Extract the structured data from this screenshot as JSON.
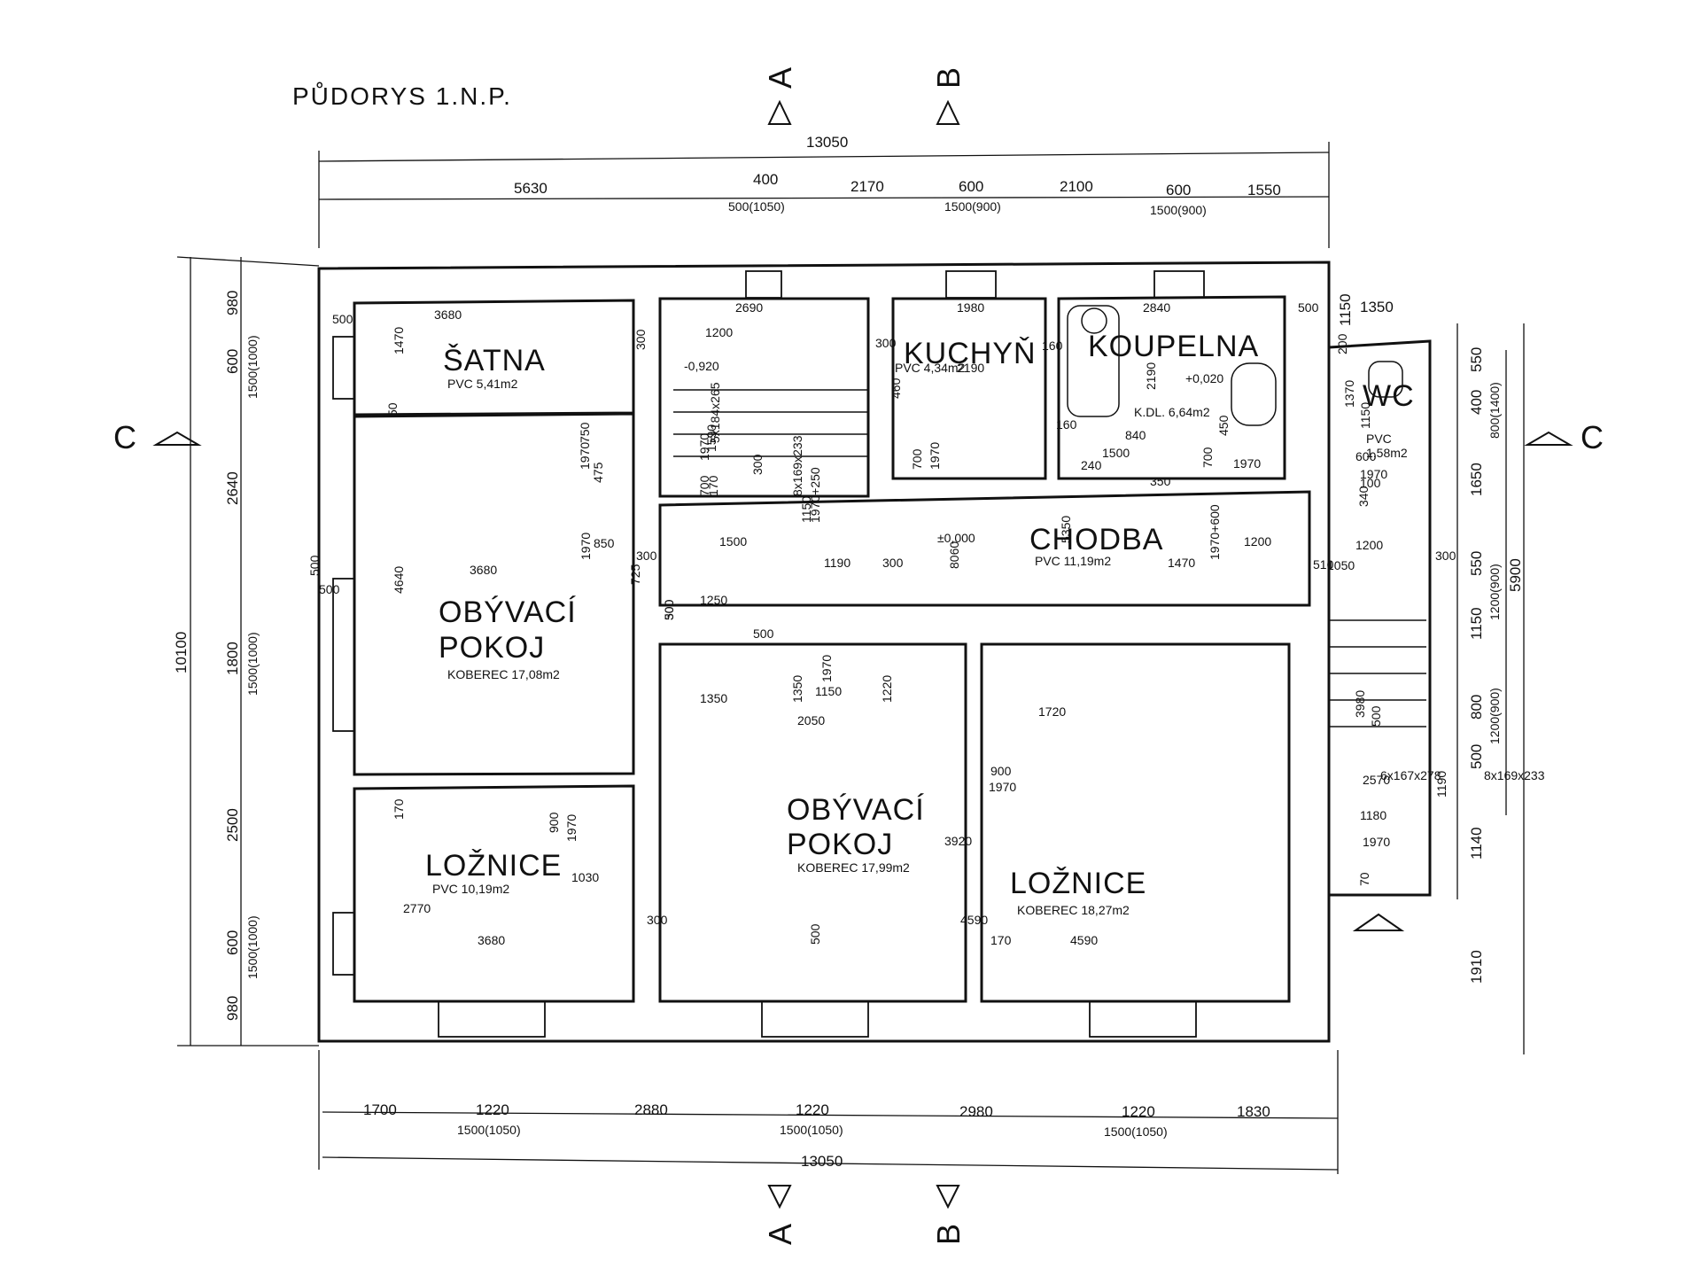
{
  "title": "PŮDORYS 1.N.P.",
  "sections": {
    "a": "A",
    "b": "B",
    "c": "C"
  },
  "rooms": {
    "satna": {
      "name": "ŠATNA",
      "info": "PVC 5,41m2"
    },
    "kuchyn": {
      "name": "KUCHYŇ",
      "info": "PVC 4,34m2"
    },
    "koupelna": {
      "name": "KOUPELNA",
      "info": "K.DL. 6,64m2",
      "level": "+0,020"
    },
    "wc": {
      "name": "WC",
      "info1": "PVC",
      "info2": "1,58m2"
    },
    "chodba": {
      "name": "CHODBA",
      "info": "PVC 11,19m2",
      "level": "±0,000"
    },
    "obyvaci1": {
      "name1": "OBÝVACÍ",
      "name2": "POKOJ",
      "info": "KOBEREC 17,08m2"
    },
    "obyvaci2": {
      "name1": "OBÝVACÍ",
      "name2": "POKOJ",
      "info": "KOBEREC 17,99m2"
    },
    "loznice1": {
      "name": "LOŽNICE",
      "info": "PVC 10,19m2"
    },
    "loznice2": {
      "name": "LOŽNICE",
      "info": "KOBEREC 18,27m2"
    },
    "stair_level": "-0,920"
  },
  "dims_top": {
    "total": "13050",
    "segments": [
      "5630",
      "400",
      "2170",
      "600",
      "2100",
      "600",
      "1550"
    ],
    "windows": [
      "500(1050)",
      "1500(900)",
      "1500(900)"
    ]
  },
  "dims_bottom": {
    "total": "13050",
    "segments": [
      "1700",
      "1220",
      "2880",
      "1220",
      "2980",
      "1220",
      "1830"
    ],
    "windows": [
      "1500(1050)",
      "1500(1050)",
      "1500(1050)"
    ]
  },
  "dims_left": {
    "total": "10100",
    "segments": [
      "980",
      "600",
      "2640",
      "1800",
      "2500",
      "600",
      "980"
    ],
    "windows": [
      "1500(1000)",
      "1500(1000)",
      "1500(1000)"
    ]
  },
  "dims_right": {
    "segments": [
      "1150",
      "1350",
      "550",
      "400",
      "1650",
      "550",
      "1150",
      "800",
      "500",
      "1140",
      "1910"
    ],
    "windows": [
      "800(1400)",
      "1200(900)",
      "1200(900)"
    ],
    "total": "5900"
  },
  "interior_dims": [
    "500",
    "3680",
    "500",
    "1470",
    "50",
    "750",
    "1970",
    "475",
    "3680",
    "500",
    "4640",
    "2690",
    "1200",
    "300",
    "1590",
    "700",
    "1970",
    "170",
    "5x184x265",
    "8x169x233",
    "300",
    "1970+250",
    "1150",
    "1980",
    "300",
    "2190",
    "460",
    "700",
    "1970",
    "160",
    "2840",
    "2190",
    "840",
    "1500",
    "160",
    "240",
    "350",
    "450",
    "700",
    "1970",
    "500",
    "200",
    "1370",
    "1150",
    "600",
    "1970",
    "100",
    "340",
    "850",
    "1970",
    "300",
    "1500",
    "725",
    "1250",
    "1190",
    "300",
    "5350",
    "8060",
    "1470",
    "1200",
    "1970+600",
    "510",
    "1050",
    "1200",
    "300",
    "500",
    "1150",
    "1970",
    "1350",
    "1350",
    "1220",
    "2050",
    "1720",
    "900",
    "1970",
    "170",
    "900",
    "1970",
    "1030",
    "2770",
    "3680",
    "300",
    "500",
    "4590",
    "3920",
    "170",
    "4590",
    "3980",
    "500",
    "2570",
    "6x167x278",
    "1180",
    "1970",
    "70",
    "1190",
    "8x169x233",
    "300",
    "500"
  ]
}
